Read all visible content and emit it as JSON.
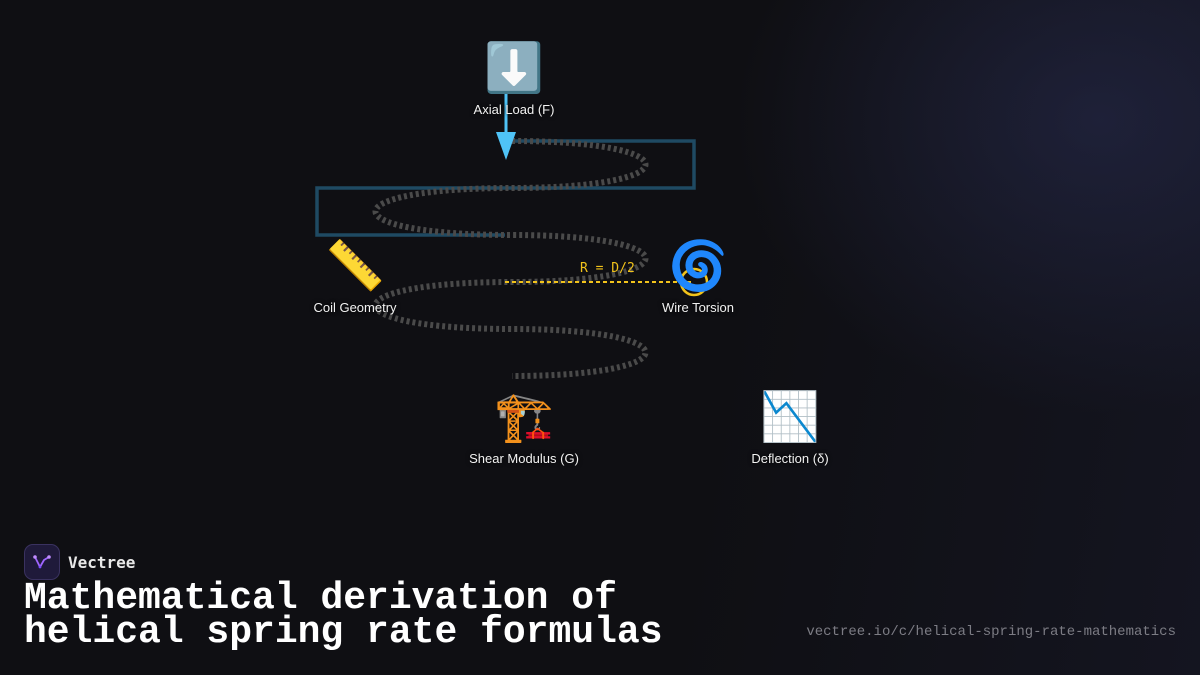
{
  "diagram": {
    "nodes": {
      "axial_load": {
        "icon": "down-arrow-icon",
        "emoji": "⬇️",
        "label": "Axial Load (F)"
      },
      "coil_geometry": {
        "icon": "ruler-icon",
        "emoji": "📏",
        "label": "Coil Geometry"
      },
      "wire_torsion": {
        "icon": "cyclone-icon",
        "emoji": "🌀",
        "label": "Wire Torsion"
      },
      "shear_modulus": {
        "icon": "crane-icon",
        "emoji": "🏗️",
        "label": "Shear Modulus (G)"
      },
      "deflection": {
        "icon": "chart-decreasing-icon",
        "emoji": "📉",
        "label": "Deflection (δ)"
      }
    },
    "radius_label": "R = D/2",
    "colors": {
      "arrow": "#4fc3f7",
      "frame": "#1f4a63",
      "spring": "#4a4a4a",
      "radius": "#f2c31b"
    }
  },
  "footer": {
    "brand": "Vectree",
    "title": "Mathematical derivation of helical spring rate formulas",
    "url": "vectree.io/c/helical-spring-rate-mathematics"
  }
}
